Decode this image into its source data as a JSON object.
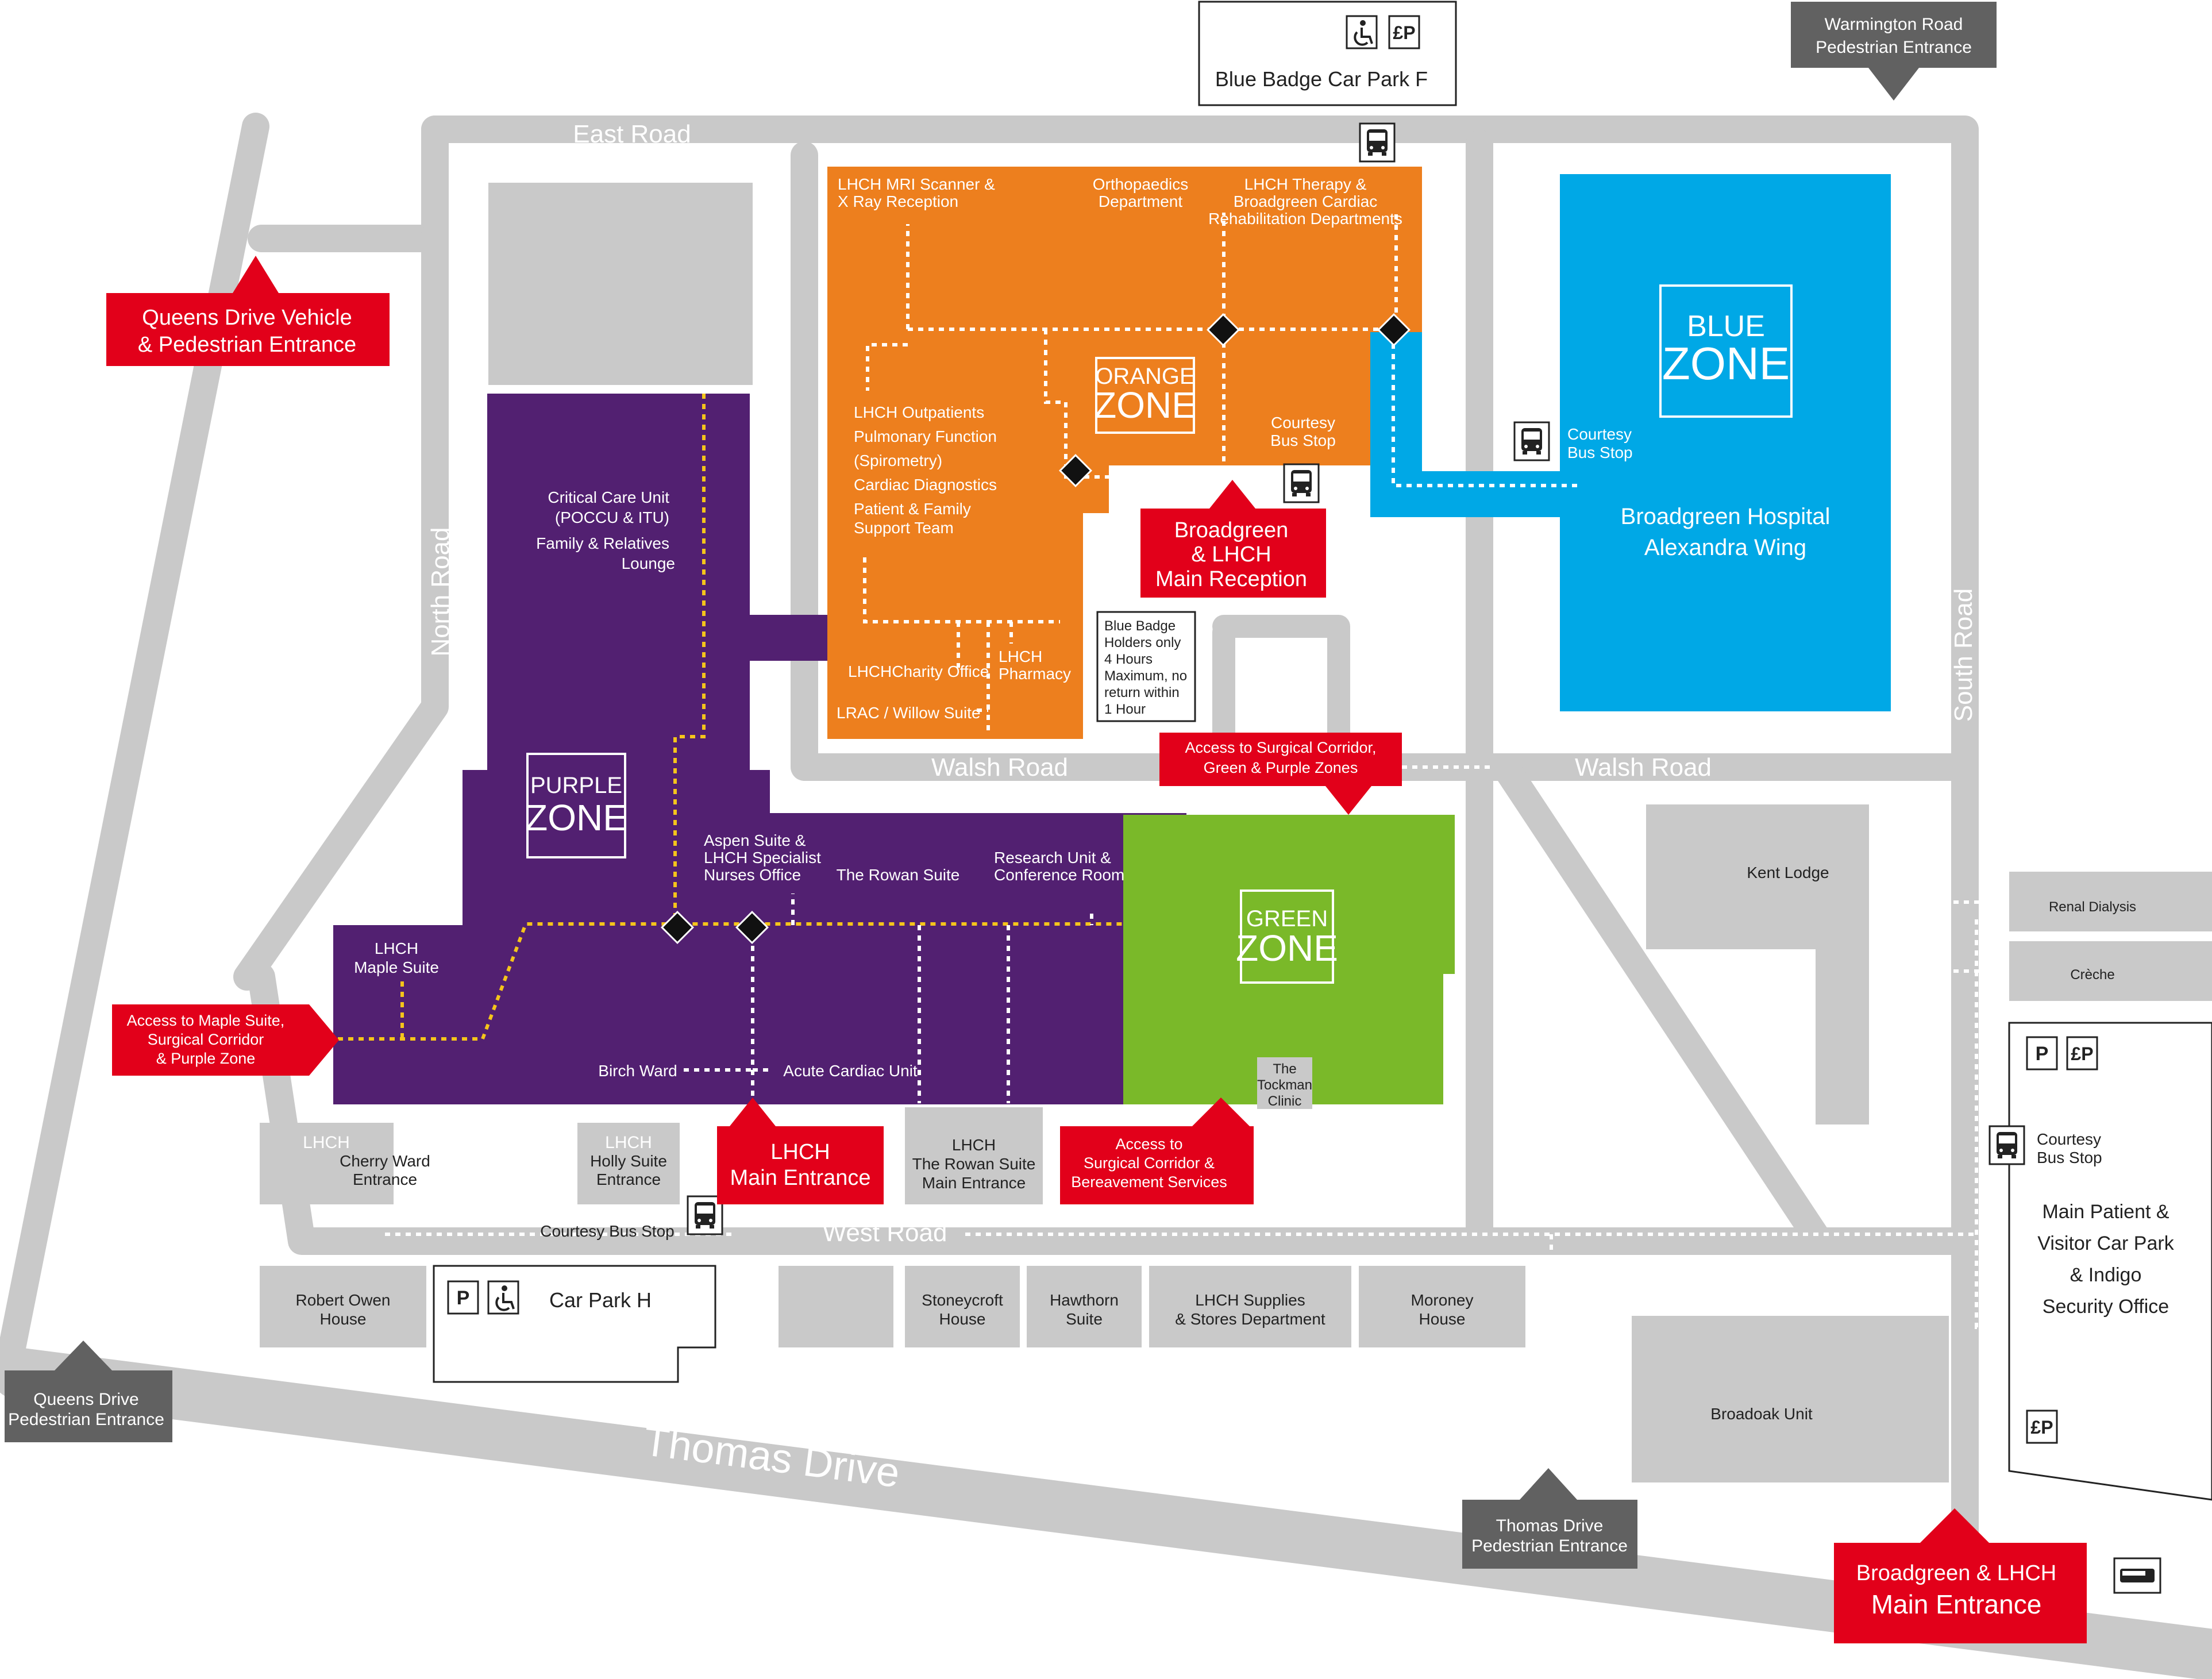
{
  "colors": {
    "road": "#c9c9c9",
    "purple_zone": "#522071",
    "orange_zone": "#ed7f1e",
    "blue_zone": "#00a8e6",
    "green_zone": "#7ab929",
    "entrance_red": "#e2001a",
    "pedestrian_grey": "#616161",
    "building_grey": "#c9c9c9",
    "route_yellow": "#f5c51b"
  },
  "roads": {
    "east_road": "East Road",
    "north_road": "North Road",
    "queens_drive": "Queens Drive",
    "walsh_road_west": "Walsh Road",
    "walsh_road_east": "Walsh Road",
    "south_road": "South Road",
    "west_road": "West Road",
    "thomas_drive": "Thomas Drive"
  },
  "zones": {
    "purple": {
      "line1": "PURPLE",
      "line2": "ZONE"
    },
    "orange": {
      "line1": "ORANGE",
      "line2": "ZONE"
    },
    "blue": {
      "line1": "BLUE",
      "line2": "ZONE",
      "building_line1": "Broadgreen Hospital",
      "building_line2": "Alexandra Wing"
    },
    "green": {
      "line1": "GREEN",
      "line2": "ZONE"
    }
  },
  "purple_labels": {
    "ccu_1": "Critical Care Unit",
    "ccu_2": "(POCCU & ITU)",
    "family_1": "Family & Relatives",
    "family_2": "Lounge",
    "maple_1": "LHCH",
    "maple_2": "Maple Suite",
    "aspen_1": "Aspen Suite &",
    "aspen_2": "LHCH Specialist",
    "aspen_3": "Nurses Office",
    "rowan": "The Rowan Suite",
    "research_1": "Research Unit &",
    "research_2": "Conference Room",
    "birch": "Birch Ward",
    "acute": "Acute Cardiac Unit"
  },
  "orange_labels": {
    "mri_1": "LHCH MRI Scanner &",
    "mri_2": "X Ray Reception",
    "ortho_1": "Orthopaedics",
    "ortho_2": "Department",
    "therapy_1": "LHCH Therapy &",
    "therapy_2": "Broadgreen Cardiac",
    "therapy_3": "Rehabilitation Departments",
    "outpatients": "LHCH Outpatients",
    "pulmonary": "Pulmonary Function",
    "spirometry": "(Spirometry)",
    "cardiac_diag": "Cardiac Diagnostics",
    "patient_1": "Patient & Family",
    "patient_2": "Support Team",
    "charity": "LHCHCharity Office",
    "pharmacy_1": "LHCH",
    "pharmacy_2": "Pharmacy",
    "lrac": "LRAC / Willow Suite",
    "bus_1": "Courtesy",
    "bus_2": "Bus Stop"
  },
  "blue_labels": {
    "bus_1": "Courtesy",
    "bus_2": "Bus Stop"
  },
  "green_labels": {
    "tockman_1": "The",
    "tockman_2": "Tockman",
    "tockman_3": "Clinic"
  },
  "blue_badge_note": [
    "Blue Badge",
    "Holders only",
    "4 Hours",
    "Maximum, no",
    "return within",
    "1 Hour"
  ],
  "car_parks": {
    "f": "Blue Badge Car Park F",
    "h": "Car Park H",
    "main_1": "Main Patient &",
    "main_2": "Visitor Car Park",
    "main_3": "& Indigo",
    "main_4": "Security Office",
    "main_bus_1": "Courtesy",
    "main_bus_2": "Bus Stop",
    "parking_symbol": "P",
    "pay_symbol": "£P"
  },
  "entrances": {
    "queens_vehicle_1": "Queens Drive Vehicle",
    "queens_vehicle_2": "& Pedestrian Entrance",
    "main_reception_1": "Broadgreen",
    "main_reception_2": "& LHCH",
    "main_reception_3": "Main Reception",
    "surgical_corridor_1": "Access to Surgical Corridor,",
    "surgical_corridor_2": "Green & Purple Zones",
    "maple_access_1": "Access to Maple Suite,",
    "maple_access_2": "Surgical Corridor",
    "maple_access_3": "& Purple Zone",
    "lhch_main_1": "LHCH",
    "lhch_main_2": "Main Entrance",
    "bereavement_1": "Access to",
    "bereavement_2": "Surgical Corridor &",
    "bereavement_3": "Bereavement Services",
    "broadgreen_main_1": "Broadgreen & LHCH",
    "broadgreen_main_2": "Main Entrance"
  },
  "pedestrian": {
    "warmington_1": "Warmington Road",
    "warmington_2": "Pedestrian Entrance",
    "queens_ped_1": "Queens Drive",
    "queens_ped_2": "Pedestrian Entrance",
    "thomas_ped_1": "Thomas Drive",
    "thomas_ped_2": "Pedestrian Entrance"
  },
  "buildings": {
    "cherry_1": "LHCH",
    "cherry_2": "Cherry Ward",
    "cherry_3": "Entrance",
    "holly_1": "LHCH",
    "holly_2": "Holly Suite",
    "holly_3": "Entrance",
    "rowan_ent_1": "LHCH",
    "rowan_ent_2": "The Rowan Suite",
    "rowan_ent_3": "Main Entrance",
    "robert_1": "Robert Owen",
    "robert_2": "House",
    "stoneycroft_1": "Stoneycroft",
    "stoneycroft_2": "House",
    "hawthorn_1": "Hawthorn",
    "hawthorn_2": "Suite",
    "supplies_1": "LHCH Supplies",
    "supplies_2": "& Stores Department",
    "moroney_1": "Moroney",
    "moroney_2": "House",
    "kent": "Kent Lodge",
    "renal": "Renal Dialysis",
    "creche": "Crèche",
    "broadoak": "Broadoak Unit",
    "west_bus": "Courtesy Bus Stop"
  },
  "icons": {
    "bus": "bus-icon",
    "coach": "coach-icon",
    "wheelchair": "wheelchair-icon",
    "parking": "parking-icon",
    "pay_parking": "pay-parking-icon"
  }
}
